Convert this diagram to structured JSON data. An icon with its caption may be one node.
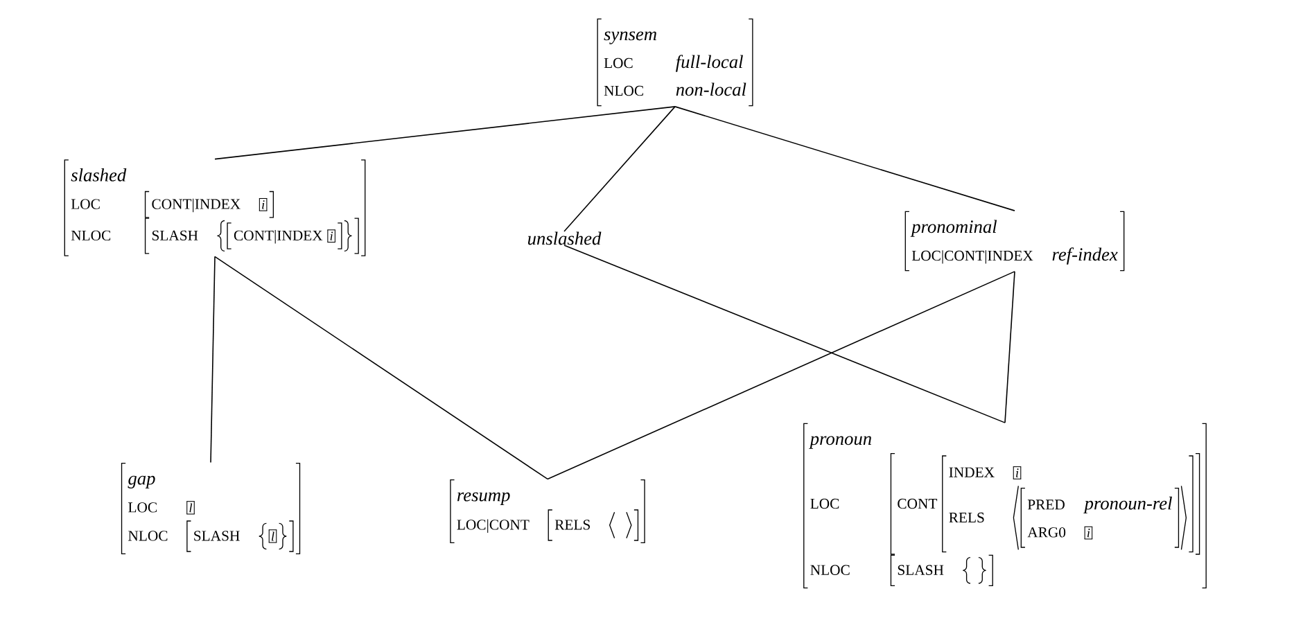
{
  "diagram": {
    "nodes": [
      {
        "text": [
          "synsem",
          "LOC",
          "full-local",
          "NLOC",
          "non-local"
        ]
      },
      {
        "text": [
          "slashed",
          "LOC",
          "CONT|INDEX",
          "i",
          "NLOC",
          "SLASH",
          "CONT|INDEX",
          "i"
        ]
      },
      {
        "text": [
          "unslashed"
        ]
      },
      {
        "text": [
          "pronominal",
          "LOC|CONT|INDEX",
          "ref-index"
        ]
      },
      {
        "text": [
          "gap",
          "LOC",
          "l",
          "NLOC",
          "SLASH",
          "l"
        ]
      },
      {
        "text": [
          "resump",
          "LOC|CONT",
          "RELS"
        ]
      },
      {
        "text": [
          "pronoun",
          "LOC",
          "CONT",
          "INDEX",
          "i",
          "RELS",
          "PRED",
          "pronoun-rel",
          "ARG0",
          "i",
          "NLOC",
          "SLASH"
        ]
      }
    ],
    "edges": [
      {
        "from": 0,
        "to": 1,
        "arrow": "none"
      },
      {
        "from": 0,
        "to": 2,
        "arrow": "none"
      },
      {
        "from": 0,
        "to": 3,
        "arrow": "none"
      },
      {
        "from": 1,
        "to": 4,
        "arrow": "none"
      },
      {
        "from": 1,
        "to": 5,
        "arrow": "none"
      },
      {
        "from": 3,
        "to": 5,
        "arrow": "none"
      },
      {
        "from": 3,
        "to": 6,
        "arrow": "none"
      },
      {
        "from": 2,
        "to": 6,
        "arrow": "none"
      }
    ]
  }
}
